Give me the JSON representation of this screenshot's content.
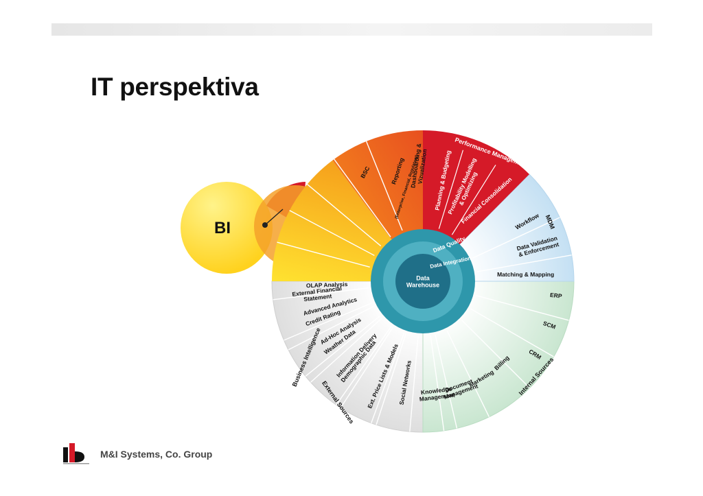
{
  "title": "IT perspektiva",
  "footer": {
    "company": "M&I Systems, Co. Group"
  },
  "colors": {
    "red": "#d51a28",
    "orange": "#f08020",
    "yellow": "#ffd21e",
    "teal": "#2e97ab",
    "teal_dark": "#1f6f88",
    "mdm_blue": "#cfe6f4",
    "internal_green": "#d4ebd9",
    "external_gray": "#e6e6e6"
  },
  "diagram": {
    "bi_label": "BI",
    "core": {
      "data_warehouse": "Data\nWarehouse",
      "data_integration": "Data Integration",
      "data_quality": "Data Quality"
    },
    "business_intelligence": {
      "label": "Business Intelligence",
      "items": [
        "OLAP Analysis",
        "Advanced Analytics",
        "Ad-Hoc Analysis",
        "Information Delivery"
      ]
    },
    "bsc": "BSC",
    "reporting": {
      "label": "Reporting",
      "sub": "(Enterprise, Financial, Regulatory)"
    },
    "dashboarding": "Dashboarding &\nVizualization",
    "performance_management": {
      "label": "Performance Management",
      "items": [
        "Planning & Budgeting",
        "Profitability Modelling\n& Optimizing",
        "Financial Consolidation"
      ]
    },
    "mdm": {
      "label": "MDM",
      "items": [
        "Workflow",
        "Data Validation\n& Enforcement",
        "Matching & Mapping"
      ]
    },
    "internal_sources": {
      "label": "Internal Sources",
      "items": [
        "ERP",
        "SCM",
        "CRM",
        "Billing",
        "Marketing",
        "Document\nManagement",
        "Knowledge\nManagement"
      ]
    },
    "external_sources": {
      "label": "External Sources",
      "items": [
        "External Financial\nStatement",
        "Credit Rating",
        "Weather Data",
        "Demographic Data",
        "Ext. Price Lists & Models",
        "Social Networks"
      ]
    }
  }
}
